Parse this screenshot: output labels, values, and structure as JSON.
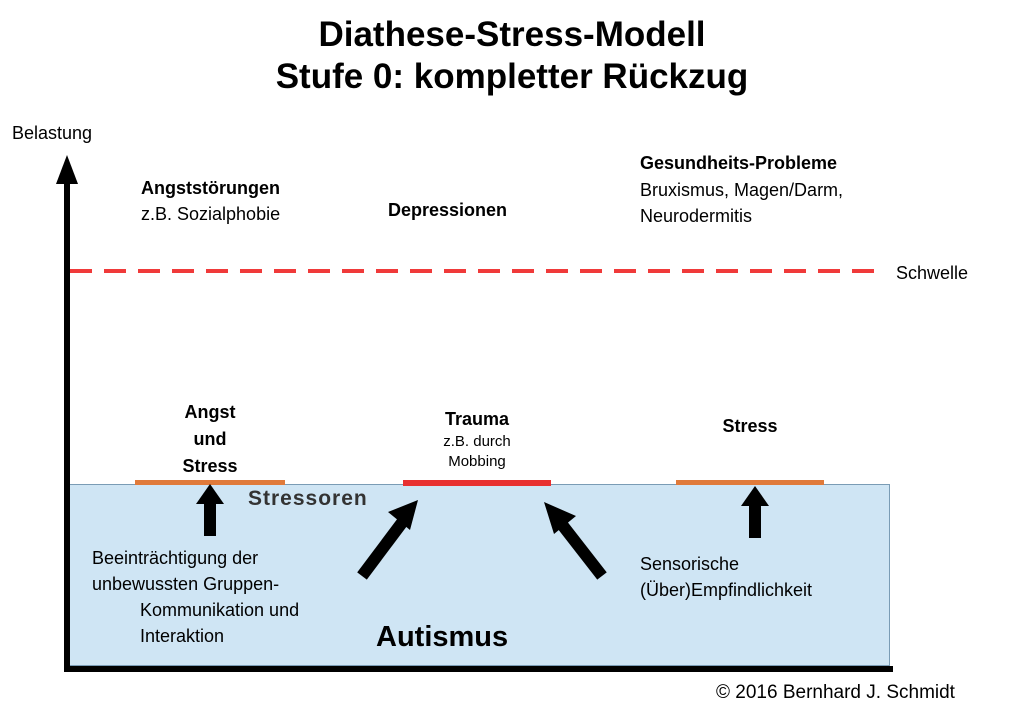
{
  "title_line1": "Diathese-Stress-Modell",
  "title_line2": "Stufe 0: kompletter Rückzug",
  "y_axis_label": "Belastung",
  "threshold_label": "Schwelle",
  "disorders": {
    "anxiety_title": "Angststörungen",
    "anxiety_example": "z.B. Sozialphobie",
    "depression": "Depressionen",
    "health_title": "Gesundheits-Probleme",
    "health_line1": "Bruxismus, Magen/Darm,",
    "health_line2": "Neurodermitis"
  },
  "stressors": {
    "s1_line1": "Angst",
    "s1_line2": "und",
    "s1_line3": "Stress",
    "s2_title": "Trauma",
    "s2_line1": "z.B. durch",
    "s2_line2": "Mobbing",
    "s3": "Stress",
    "box_label": "Stressoren"
  },
  "causes": {
    "left_line1": "Beeinträchtigung der",
    "left_line2": "unbewussten Gruppen-",
    "left_line3": "Kommunikation und",
    "left_line4": "Interaktion",
    "right_line1": "Sensorische",
    "right_line2": "(Über)Empfindlichkeit"
  },
  "base_label": "Autismus",
  "copyright": "© 2016 Bernhard J. Schmidt",
  "colors": {
    "threshold": "#f03a3a",
    "bar_orange": "#e07a3a",
    "bar_red": "#e83030",
    "box_fill": "#cfe5f4"
  }
}
